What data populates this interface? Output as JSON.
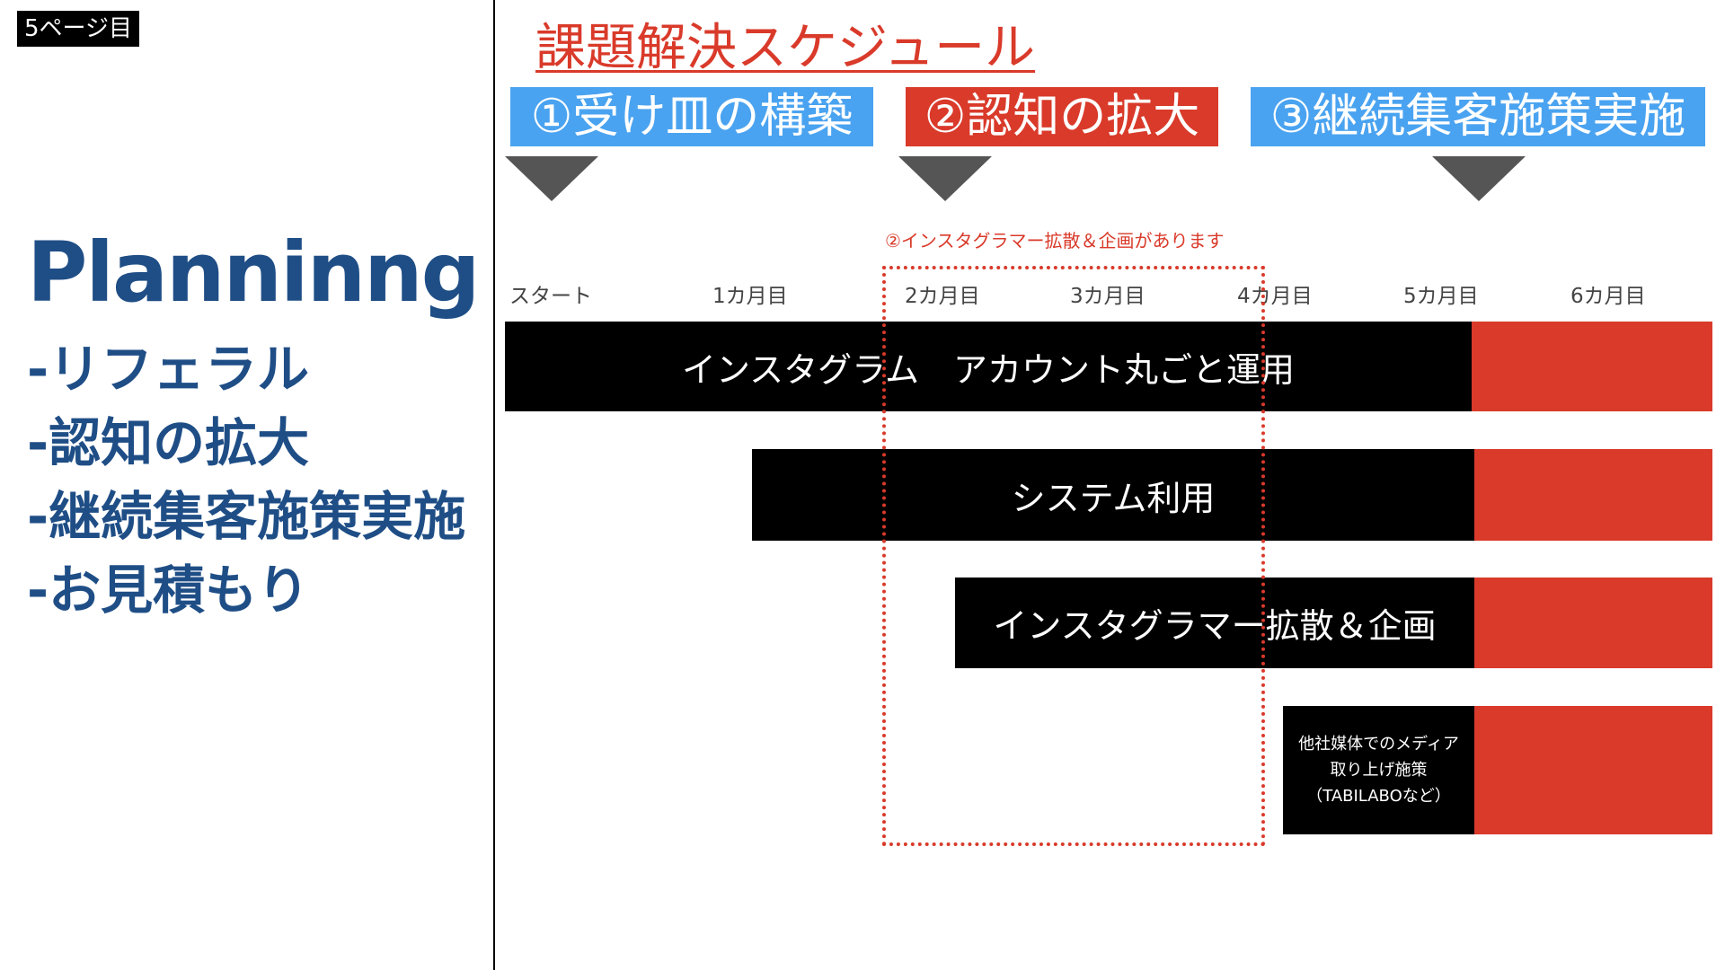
{
  "page_badge": "5ページ目",
  "left": {
    "title": "Planninng",
    "items": [
      "-リフェラル",
      "-認知の拡大",
      "-継続集客施策実施",
      "-お見積もり"
    ]
  },
  "schedule_title": "課題解決スケジュール",
  "phases": [
    {
      "label": "①受け皿の構築",
      "color": "#4aa3f0"
    },
    {
      "label": "②認知の拡大",
      "color": "#d93a2a"
    },
    {
      "label": "③継続集客施策実施",
      "color": "#4aa3f0"
    }
  ],
  "note": "②インスタグラマー拡散＆企画があります",
  "months": [
    "スタート",
    "1カ月目",
    "2カ月目",
    "3カ月目",
    "4カ月目",
    "5カ月目",
    "6カ月目"
  ],
  "tasks": [
    {
      "label": "インスタグラム　アカウント丸ごと運用"
    },
    {
      "label": "システム利用"
    },
    {
      "label": "インスタグラマー拡散＆企画"
    },
    {
      "line1": "他社媒体でのメディア",
      "line2": "取り上げ施策",
      "line3": "（TABILABOなど）"
    }
  ],
  "colors": {
    "accent_red": "#d93a2a",
    "accent_blue": "#4aa3f0",
    "title_blue": "#1f4e86"
  }
}
